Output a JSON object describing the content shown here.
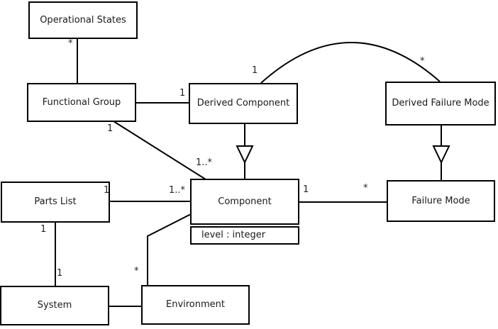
{
  "diagram": {
    "type": "uml-class-diagram",
    "colors": {
      "background": "#ffffff",
      "stroke": "#000000",
      "text": "#1a1a1a"
    },
    "classes": {
      "operational_states": {
        "name": "Operational States"
      },
      "functional_group": {
        "name": "Functional Group"
      },
      "derived_component": {
        "name": "Derived Component"
      },
      "derived_failure_mode": {
        "name": "Derived Failure Mode"
      },
      "parts_list": {
        "name": "Parts List"
      },
      "component": {
        "name": "Component",
        "attribute": "level : integer"
      },
      "failure_mode": {
        "name": "Failure Mode"
      },
      "system": {
        "name": "System"
      },
      "environment": {
        "name": "Environment"
      }
    },
    "multiplicities": {
      "os_fg_at_os": "*",
      "fg_dc_at_dc": "1",
      "dc_dfm_at_dc": "1",
      "dc_dfm_at_dfm": "*",
      "fg_comp_at_fg": "1",
      "fg_comp_at_comp": "1..*",
      "pl_comp_at_pl": "1",
      "pl_comp_at_comp": "1..*",
      "comp_fm_at_comp": "1",
      "comp_fm_at_fm": "*",
      "pl_sys_at_pl": "1",
      "pl_sys_at_sys": "1",
      "comp_env_at_env": "*"
    },
    "relationships": {
      "associations": [
        {
          "from": "Operational States",
          "to": "Functional Group",
          "from_mult": "*",
          "to_mult": ""
        },
        {
          "from": "Functional Group",
          "to": "Derived Component",
          "from_mult": "",
          "to_mult": "1"
        },
        {
          "from": "Derived Component",
          "to": "Derived Failure Mode",
          "from_mult": "1",
          "to_mult": "*"
        },
        {
          "from": "Functional Group",
          "to": "Component",
          "from_mult": "1",
          "to_mult": "1..*"
        },
        {
          "from": "Parts List",
          "to": "Component",
          "from_mult": "1",
          "to_mult": "1..*"
        },
        {
          "from": "Component",
          "to": "Failure Mode",
          "from_mult": "1",
          "to_mult": "*"
        },
        {
          "from": "Parts List",
          "to": "System",
          "from_mult": "1",
          "to_mult": "1"
        },
        {
          "from": "Component",
          "to": "Environment",
          "from_mult": "",
          "to_mult": "*"
        },
        {
          "from": "System",
          "to": "Environment",
          "from_mult": "",
          "to_mult": ""
        }
      ],
      "generalizations": [
        {
          "child": "Derived Component",
          "parent": "Component"
        },
        {
          "child": "Derived Failure Mode",
          "parent": "Failure Mode"
        }
      ]
    }
  }
}
